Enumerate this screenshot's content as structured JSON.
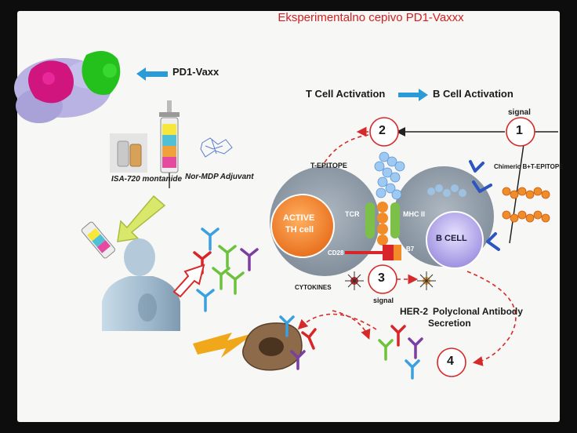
{
  "title": "Eksperimentalno cepivo PD1-Vaxxx",
  "labels": {
    "pd1_vaxx": "PD1-Vaxx",
    "isa_720": "ISA-720 montanide",
    "nor_mdp": "Nor-MDP Adjuvant",
    "t_cell_activation": "T Cell Activation",
    "b_cell_activation": "B Cell Activation",
    "signal_top": "signal",
    "t_epitope": "T-EPITOPE",
    "chimeric": "Chimeric B+T-EPITOPE",
    "active_th": "ACTIVE",
    "th_cell": "TH cell",
    "tcr": "TCR",
    "mhc2": "MHC II",
    "b_cell": "B CELL",
    "cd28": "CD28",
    "b7": "B7",
    "cytokines": "CYTOKINES",
    "signal_bottom": "signal",
    "her2": "HER-2",
    "polyclonal": "Polyclonal Antibody",
    "secretion": "Secretion"
  },
  "steps": [
    "1",
    "2",
    "3",
    "4"
  ],
  "colors": {
    "title": "#d42020",
    "arrow_blue": "#2a9bd6",
    "dashed_red": "#d62a2a",
    "cell_gray": "#8e9aa6",
    "th_orange": "#f28c28",
    "bcell_lilac": "#a99ae6",
    "antibody_blue": "#3aa0e0",
    "antibody_green": "#6dc13c",
    "antibody_red": "#d9252a",
    "antibody_purple": "#7b3fa2"
  },
  "icons": [
    "protein-structure-icon",
    "syringe-icon",
    "vial-icon",
    "adjuvant-molecule-icon",
    "human-figure-icon",
    "antibody-icon",
    "tumor-cell-icon",
    "lightning-icon"
  ]
}
